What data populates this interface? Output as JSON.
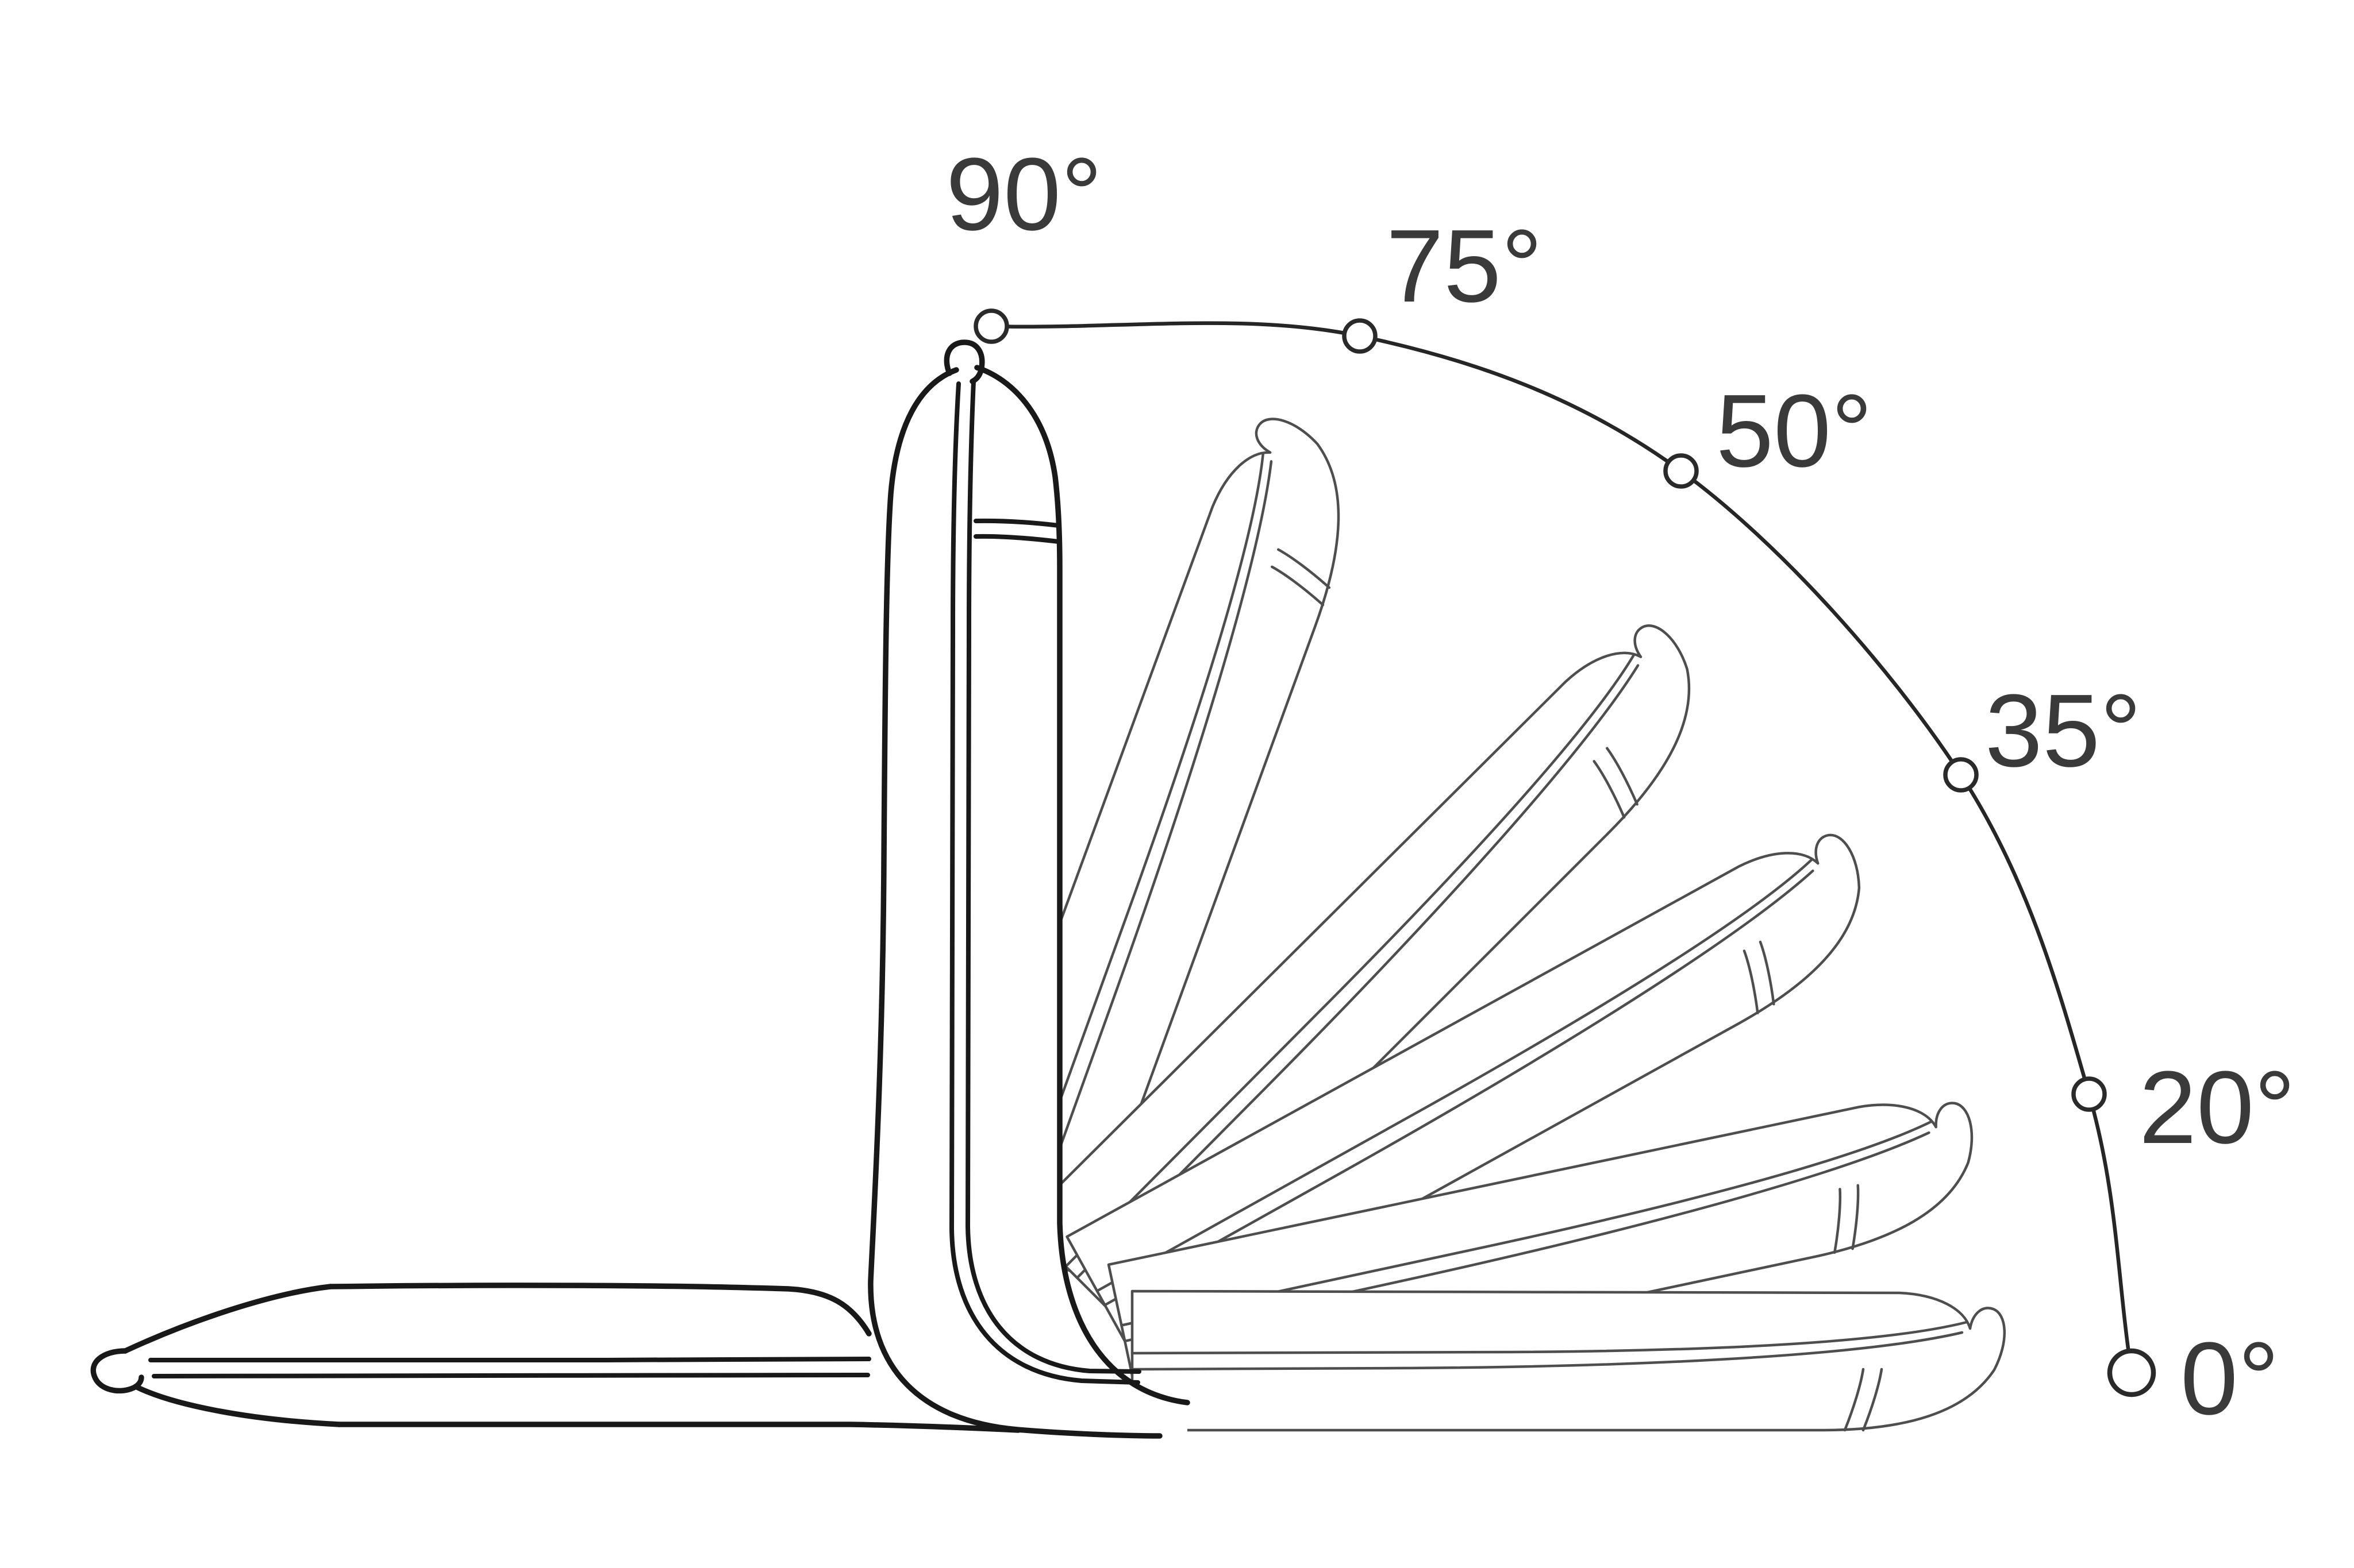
{
  "diagram": {
    "type": "adjustable-backrest-recline-angle-diagram",
    "background_color": "#ffffff",
    "solid_outline_color": "#191919",
    "ghost_outline_color": "#4e4e4e",
    "arc_color": "#262626",
    "label_color": "#3a3a3a",
    "current_position_label": "90°",
    "angles": [
      {
        "label": "90°",
        "value": 90,
        "marker": "circle",
        "style": "solid"
      },
      {
        "label": "75°",
        "value": 75,
        "marker": "circle",
        "style": "ghost"
      },
      {
        "label": "50°",
        "value": 50,
        "marker": "circle",
        "style": "ghost"
      },
      {
        "label": "35°",
        "value": 35,
        "marker": "circle",
        "style": "ghost"
      },
      {
        "label": "20°",
        "value": 20,
        "marker": "circle",
        "style": "ghost"
      },
      {
        "label": "0°",
        "value": 0,
        "marker": "circle",
        "style": "ghost"
      }
    ]
  }
}
